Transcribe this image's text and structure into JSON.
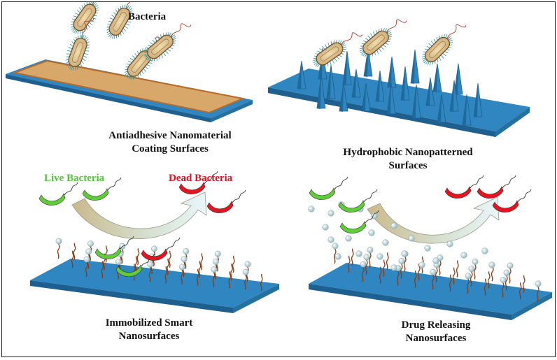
{
  "labels": {
    "bacteria": "Bacteria",
    "live_bacteria": "Live Bacteria",
    "dead_bacteria": "Dead Bacteria"
  },
  "captions": {
    "antiadhesive": "Antiadhesive Nanomaterial\nCoating Surfaces",
    "hydrophobic": "Hydrophobic Nanopatterned\nSurfaces",
    "immobilized": "Immobilized Smart\nNanosurfaces",
    "drug_releasing": "Drug Releasing\nNanosurfaces"
  },
  "colors": {
    "surface_blue": "#2f86c0",
    "surface_edge": "#1d5f8f",
    "coating_tan": "#d8a86a",
    "coating_edge": "#b86a2a",
    "live_green": "#5fcc3a",
    "dead_red": "#e5141e",
    "live_label": "#56c33c",
    "dead_label": "#e0141c",
    "sphere": "#a9cbcf"
  }
}
